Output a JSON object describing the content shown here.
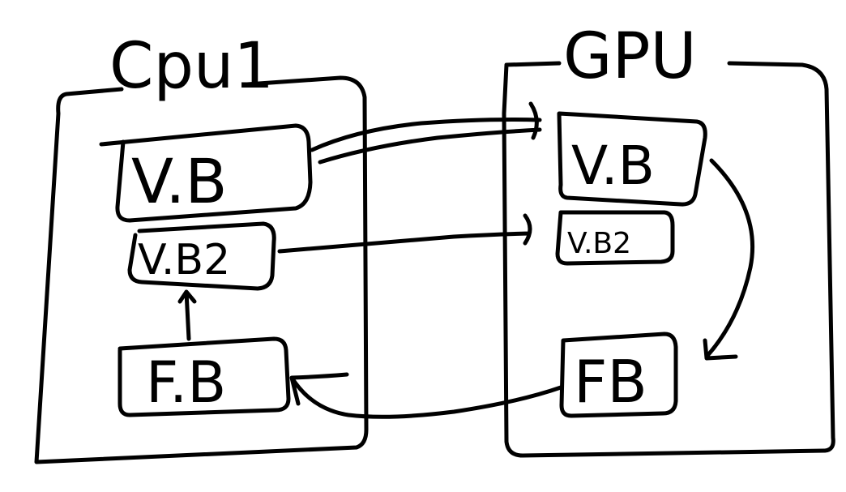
{
  "diagram": {
    "ink_color": "#000000",
    "background": "#ffffff",
    "cpu": {
      "title": "Cpu1",
      "blocks": {
        "vb": "V.B",
        "vb2": "V.B2",
        "fb": "F.B"
      }
    },
    "gpu": {
      "title": "GPU",
      "blocks": {
        "vb": "V.B",
        "vb2": "V.B2",
        "fb": "FB"
      }
    },
    "connections": [
      {
        "from": "cpu.vb",
        "to": "gpu.vb"
      },
      {
        "from": "cpu.vb2",
        "to": "gpu.vb2"
      },
      {
        "from": "gpu.vb",
        "to": "gpu.fb"
      },
      {
        "from": "gpu.fb",
        "to": "cpu.fb"
      },
      {
        "from": "cpu.fb",
        "to": "cpu.vb2"
      }
    ]
  }
}
